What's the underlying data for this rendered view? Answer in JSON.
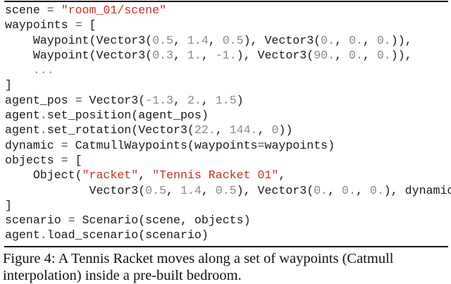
{
  "colors": {
    "string": "#c4312c",
    "number": "#8a8a8a",
    "text": "#1a1a1a"
  },
  "code_lines": [
    [
      {
        "t": "scene "
      },
      {
        "t": "=",
        "k": "op"
      },
      {
        "t": " "
      },
      {
        "t": "\"room_01/scene\"",
        "k": "str"
      }
    ],
    [
      {
        "t": "waypoints "
      },
      {
        "t": "=",
        "k": "op"
      },
      {
        "t": " ["
      }
    ],
    [
      {
        "t": "    Waypoint(Vector3("
      },
      {
        "t": "0.5",
        "k": "num"
      },
      {
        "t": ", "
      },
      {
        "t": "1.4",
        "k": "num"
      },
      {
        "t": ", "
      },
      {
        "t": "0.5",
        "k": "num"
      },
      {
        "t": "), Vector3("
      },
      {
        "t": "0.",
        "k": "num"
      },
      {
        "t": ", "
      },
      {
        "t": "0.",
        "k": "num"
      },
      {
        "t": ", "
      },
      {
        "t": "0.",
        "k": "num"
      },
      {
        "t": ")),"
      }
    ],
    [
      {
        "t": "    Waypoint(Vector3("
      },
      {
        "t": "0.3",
        "k": "num"
      },
      {
        "t": ", "
      },
      {
        "t": "1.",
        "k": "num"
      },
      {
        "t": ", "
      },
      {
        "t": "-1.",
        "k": "num"
      },
      {
        "t": "), Vector3("
      },
      {
        "t": "90.",
        "k": "num"
      },
      {
        "t": ", "
      },
      {
        "t": "0.",
        "k": "num"
      },
      {
        "t": ", "
      },
      {
        "t": "0.",
        "k": "num"
      },
      {
        "t": ")),"
      }
    ],
    [
      {
        "t": "    "
      },
      {
        "t": "...",
        "k": "num"
      }
    ],
    [
      {
        "t": "]"
      }
    ],
    [
      {
        "t": "agent_pos "
      },
      {
        "t": "=",
        "k": "op"
      },
      {
        "t": " Vector3("
      },
      {
        "t": "-1.3",
        "k": "num"
      },
      {
        "t": ", "
      },
      {
        "t": "2.",
        "k": "num"
      },
      {
        "t": ", "
      },
      {
        "t": "1.5",
        "k": "num"
      },
      {
        "t": ")"
      }
    ],
    [
      {
        "t": "agent"
      },
      {
        "t": ".",
        "k": "op"
      },
      {
        "t": "set_position(agent_pos)"
      }
    ],
    [
      {
        "t": "agent"
      },
      {
        "t": ".",
        "k": "op"
      },
      {
        "t": "set_rotation(Vector3("
      },
      {
        "t": "22.",
        "k": "num"
      },
      {
        "t": ", "
      },
      {
        "t": "144.",
        "k": "num"
      },
      {
        "t": ", "
      },
      {
        "t": "0",
        "k": "num"
      },
      {
        "t": "))"
      }
    ],
    [
      {
        "t": "dynamic "
      },
      {
        "t": "=",
        "k": "op"
      },
      {
        "t": " CatmullWaypoints(waypoints"
      },
      {
        "t": "=",
        "k": "op"
      },
      {
        "t": "waypoints)"
      }
    ],
    [
      {
        "t": "objects "
      },
      {
        "t": "=",
        "k": "op"
      },
      {
        "t": " ["
      }
    ],
    [
      {
        "t": "    Object("
      },
      {
        "t": "\"racket\"",
        "k": "str"
      },
      {
        "t": ", "
      },
      {
        "t": "\"Tennis Racket 01\"",
        "k": "str"
      },
      {
        "t": ","
      }
    ],
    [
      {
        "t": "            Vector3("
      },
      {
        "t": "0.5",
        "k": "num"
      },
      {
        "t": ", "
      },
      {
        "t": "1.4",
        "k": "num"
      },
      {
        "t": ", "
      },
      {
        "t": "0.5",
        "k": "num"
      },
      {
        "t": "), Vector3("
      },
      {
        "t": "0.",
        "k": "num"
      },
      {
        "t": ", "
      },
      {
        "t": "0.",
        "k": "num"
      },
      {
        "t": ", "
      },
      {
        "t": "0.",
        "k": "num"
      },
      {
        "t": "), dynamic)"
      }
    ],
    [
      {
        "t": "]"
      }
    ],
    [
      {
        "t": "scenario "
      },
      {
        "t": "=",
        "k": "op"
      },
      {
        "t": " Scenario(scene, objects)"
      }
    ],
    [
      {
        "t": "agent"
      },
      {
        "t": ".",
        "k": "op"
      },
      {
        "t": "load_scenario(scenario)"
      }
    ]
  ],
  "caption": {
    "line1": "Figure 4: A Tennis Racket moves along a set of waypoints (Catmull",
    "line2": "interpolation) inside a pre-built bedroom."
  }
}
